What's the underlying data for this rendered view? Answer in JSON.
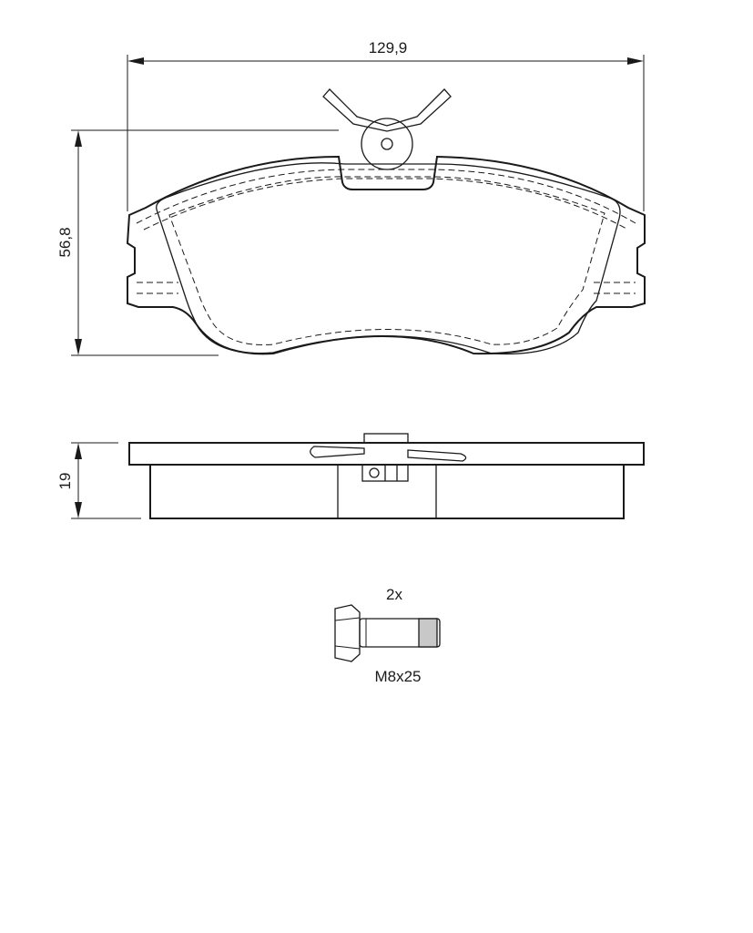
{
  "dimensions": {
    "width": "129,9",
    "height": "56,8",
    "thickness": "19"
  },
  "bolt": {
    "quantity": "2x",
    "size": "M8x25"
  },
  "colors": {
    "line": "#1a1a1a",
    "background": "#ffffff"
  }
}
